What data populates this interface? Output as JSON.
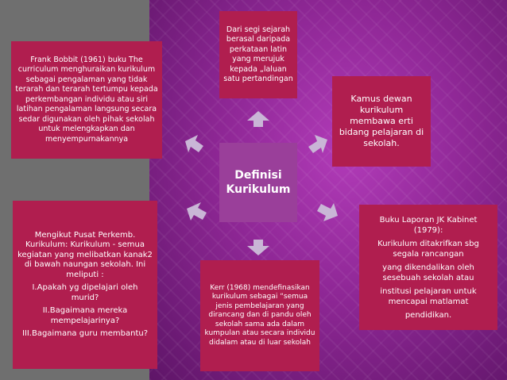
{
  "colors": {
    "box": "#b01e4f",
    "center": "#9a3f9a",
    "arrow": "#c9b6d6",
    "left_bg": "#6f6f6f",
    "right_bg": "#8e2795"
  },
  "center": {
    "line1": "Definisi",
    "line2": "Kurikulum"
  },
  "boxes": {
    "top": "Dari segi sejarah berasal daripada perkataan latin yang merujuk kepada „laluan satu pertandingan",
    "top_left": "Frank Bobbit (1961) buku The curriculum menghuraikan kurikulum sebagai pengalaman yang tidak terarah dan terarah tertumpu kepada perkembangan individu atau siri latihan pengalaman langsung secara sedar digunakan oleh pihak sekolah untuk melengkapkan dan menyempurnakannya",
    "right": "Kamus dewan kurikulum membawa erti bidang pelajaran di sekolah.",
    "bottom_right": {
      "title": "Buku Laporan JK Kabinet (1979):",
      "items": [
        "Kurikulum ditakrifkan sbg segala rancangan",
        "yang dikendalikan oleh sesebuah sekolah atau",
        "institusi pelajaran untuk mencapai matlamat",
        "pendidikan."
      ]
    },
    "bottom": "Kerr (1968) mendefinasikan kurikulum sebagai “semua jenis pembelajaran yang dirancang dan di pandu oleh sekolah sama ada dalam kumpulan atau secara individu didalam atau di luar sekolah",
    "left": {
      "intro": "Mengikut Pusat Perkemb. Kurikulum: Kurikulum - semua kegiatan yang melibatkan kanak2 di bawah naungan sekolah. Ini meliputi :",
      "items": [
        "I.Apakah yg dipelajari oleh murid?",
        "II.Bagaimana mereka mempelajarinya?",
        "III.Bagaimana guru membantu?"
      ]
    }
  }
}
